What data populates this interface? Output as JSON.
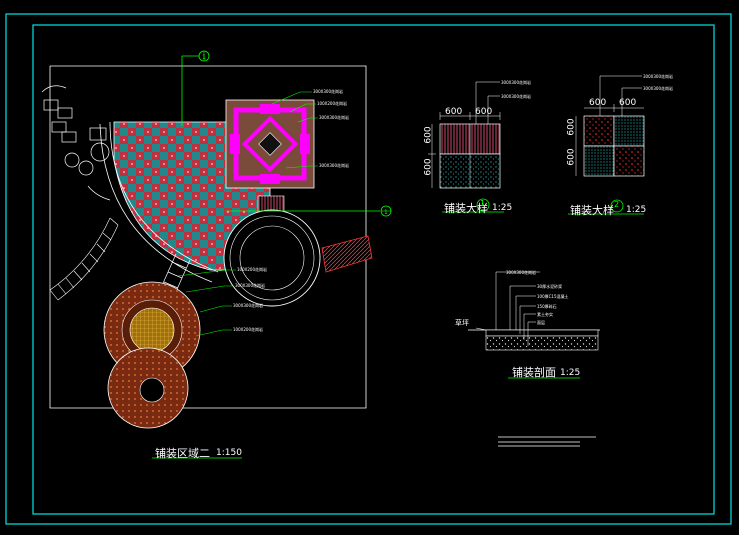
{
  "sheet": {
    "frame_color": "#00e5e5",
    "accent_magenta": "#ff00ff",
    "accent_green": "#00ff00",
    "accent_cyan": "#00e5e5",
    "accent_red": "#d42020",
    "accent_brown": "#8a3a1a",
    "accent_yellow": "#e8b020"
  },
  "main_plan": {
    "title": "铺装区域二",
    "scale": "1:150",
    "callout_number": "1",
    "callout_number_right": "1",
    "notes_top": [
      "300X300花岗岩",
      "100X200花岗岩",
      "300X300花岗岩",
      "300X300花岗岩"
    ],
    "notes_mid": [
      "100X200花岗岩",
      "300X300花岗岩",
      "300X300花岗岩",
      "100X200花岗岩"
    ]
  },
  "detail1": {
    "title": "铺装大样",
    "number": "1",
    "scale": "1:25",
    "dim_top": [
      "600",
      "600"
    ],
    "dim_side": [
      "600",
      "600"
    ],
    "notes": [
      "300X300花岗岩",
      "300X300花岗岩"
    ]
  },
  "detail2": {
    "title": "铺装大样",
    "number": "2",
    "scale": "1:25",
    "dim_top": [
      "600",
      "600"
    ],
    "dim_side": [
      "600",
      "600"
    ],
    "notes": [
      "300X300花岗岩",
      "300X300花岗岩"
    ]
  },
  "section": {
    "title": "铺装剖面",
    "scale": "1:25",
    "side_label": "草坪",
    "top_note": "300X300花岗岩",
    "layers": [
      "30厚水泥砂浆",
      "100厚C15混凝土",
      "150厚碎石",
      "素土夯实",
      "面层"
    ]
  }
}
